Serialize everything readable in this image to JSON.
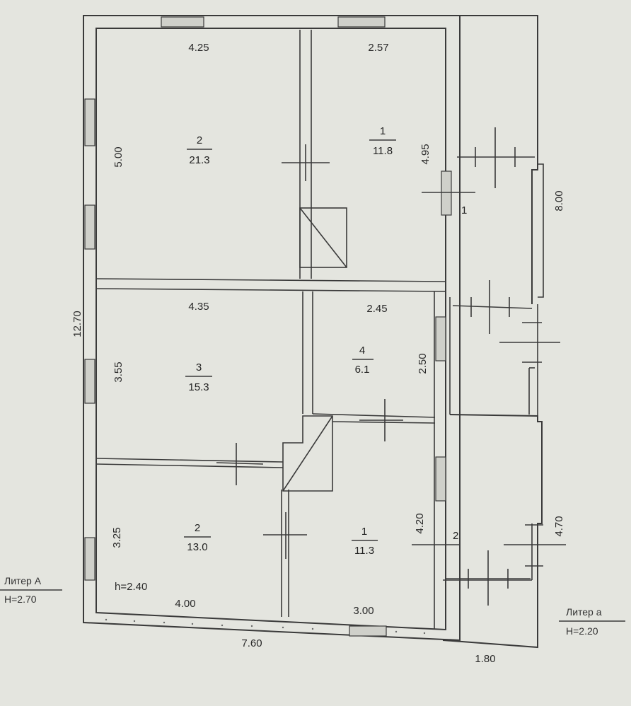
{
  "rooms": {
    "upper_big": {
      "num": "2",
      "area": "21.3",
      "width": "4.25",
      "height": "5.00"
    },
    "upper_right": {
      "num": "1",
      "area": "11.8",
      "width": "2.57",
      "height": "4.95"
    },
    "mid_left": {
      "num": "3",
      "area": "15.3",
      "width": "4.35",
      "height": "3.55"
    },
    "mid_right": {
      "num": "4",
      "area": "6.1",
      "width": "2.45",
      "height": "2.50"
    },
    "low_left": {
      "num": "2",
      "area": "13.0",
      "width": "4.00",
      "height": "3.25",
      "ceiling": "h=2.40"
    },
    "low_right": {
      "num": "1",
      "area": "11.3",
      "width": "3.00",
      "height": "4.20"
    }
  },
  "annex": {
    "upper": {
      "num": "1",
      "length": "8.00"
    },
    "lower": {
      "num": "2",
      "length": "4.70"
    }
  },
  "overall": {
    "height": "12.70",
    "width": "7.60",
    "annex_width": "1.80"
  },
  "legend": {
    "main_name": "Литер А",
    "main_height": "H=2.70",
    "annex_name": "Литер а",
    "annex_height": "H=2.20"
  }
}
